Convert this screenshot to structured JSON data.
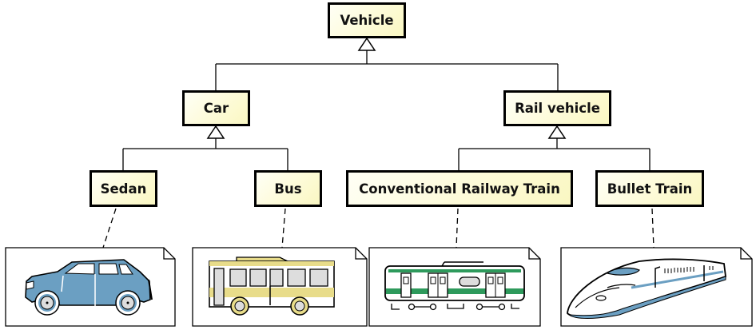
{
  "diagram": {
    "type": "UML class diagram (generalization hierarchy)",
    "classes": {
      "vehicle": "Vehicle",
      "car": "Car",
      "rail_vehicle": "Rail vehicle",
      "sedan": "Sedan",
      "bus": "Bus",
      "conventional_train": "Conventional Railway Train",
      "bullet_train": "Bullet Train"
    },
    "generalizations": [
      {
        "child": "Car",
        "parent": "Vehicle"
      },
      {
        "child": "Rail vehicle",
        "parent": "Vehicle"
      },
      {
        "child": "Sedan",
        "parent": "Car"
      },
      {
        "child": "Bus",
        "parent": "Car"
      },
      {
        "child": "Conventional Railway Train",
        "parent": "Rail vehicle"
      },
      {
        "child": "Bullet Train",
        "parent": "Rail vehicle"
      }
    ],
    "notes": [
      {
        "attached_to": "Sedan",
        "image": "sedan-car-illustration"
      },
      {
        "attached_to": "Bus",
        "image": "bus-illustration"
      },
      {
        "attached_to": "Conventional Railway Train",
        "image": "commuter-train-illustration"
      },
      {
        "attached_to": "Bullet Train",
        "image": "bullet-train-illustration"
      }
    ],
    "colors": {
      "box_fill": "#fdfbd8",
      "box_border": "#000000",
      "car_blue": "#6b9fc2",
      "bus_yellow": "#e8dc8a",
      "train_green": "#2e9a5c",
      "bullet_blue": "#6b9fc2",
      "window_gray": "#d8d8d8"
    }
  }
}
